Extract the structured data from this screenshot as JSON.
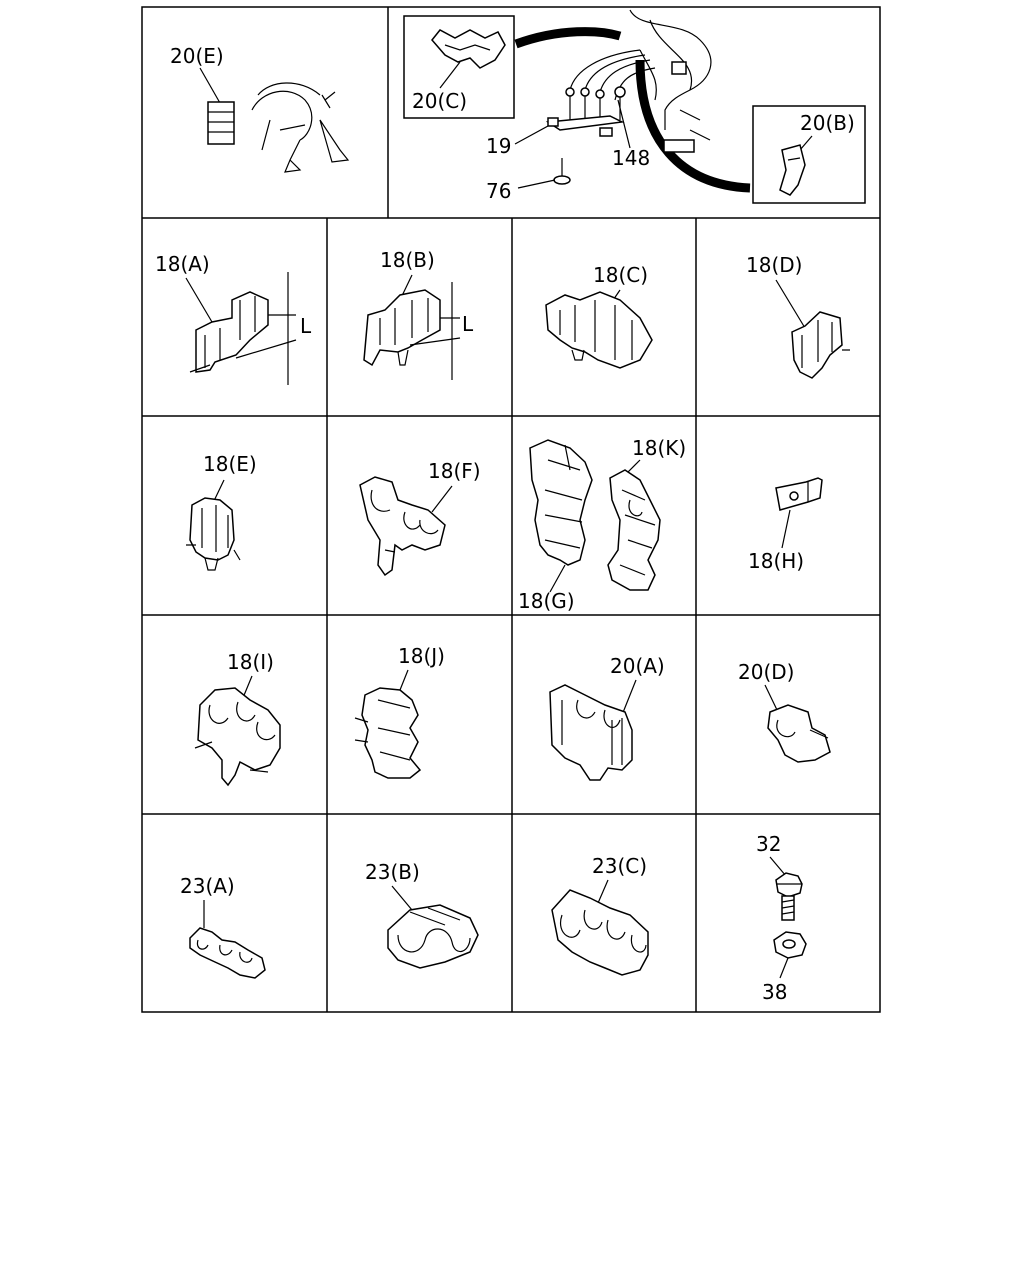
{
  "callouts": {
    "c20E": "20(E)",
    "c20C": "20(C)",
    "c19": "19",
    "c148": "148",
    "c76": "76",
    "c20B": "20(B)",
    "c18A": "18(A)",
    "c18B": "18(B)",
    "c18C": "18(C)",
    "c18D": "18(D)",
    "dimL": "L",
    "c18E": "18(E)",
    "c18F": "18(F)",
    "c18K": "18(K)",
    "c18G": "18(G)",
    "c18H": "18(H)",
    "c18I": "18(I)",
    "c18J": "18(J)",
    "c20A": "20(A)",
    "c20D": "20(D)",
    "c23A": "23(A)",
    "c23B": "23(B)",
    "c23C": "23(C)",
    "c32": "32",
    "c38": "38"
  }
}
